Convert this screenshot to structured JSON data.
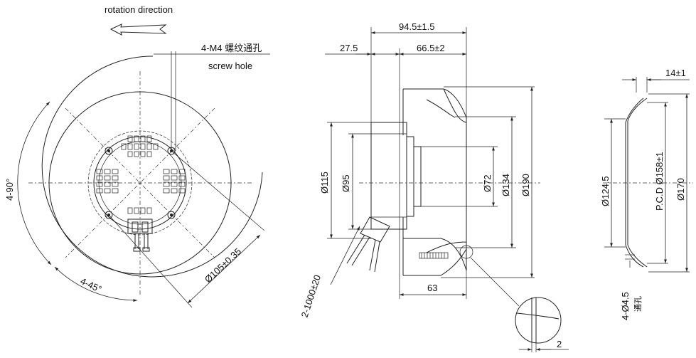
{
  "front_view": {
    "rotation_label": "rotation direction",
    "screw_hole_cn": "4-M4 螺纹通孔",
    "screw_hole_en": "screw hole",
    "angle_90": "4-90°",
    "angle_45": "4-45°",
    "diameter_pcd": "Ø105±0.35"
  },
  "side_view": {
    "overall_width": "94.5±1.5",
    "left_width": "27.5",
    "right_width": "66.5±2",
    "d115": "Ø115",
    "d95": "Ø95",
    "d72": "Ø72",
    "d134": "Ø134",
    "d190": "Ø190",
    "cable_length": "2-1000±20",
    "depth_63": "63",
    "detail_2": "2"
  },
  "ring_view": {
    "thickness": "14±1",
    "d124": "Ø124.5",
    "pcd158": "P.C.D Ø158±1",
    "d170": "Ø170",
    "holes": "4-Ø4.5",
    "holes_cn": "通孔"
  }
}
